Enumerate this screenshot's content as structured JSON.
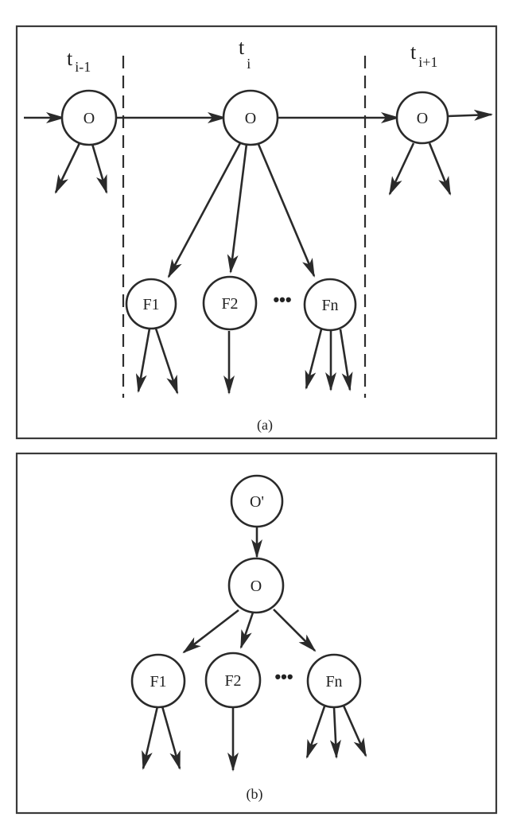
{
  "panel_a": {
    "caption": "(a)",
    "time_labels": [
      {
        "base": "t",
        "sub": "i-1"
      },
      {
        "base": "t",
        "sub": "i"
      },
      {
        "base": "t",
        "sub": "i+1"
      }
    ],
    "nodes": {
      "o_prev": "O",
      "o_curr": "O",
      "o_next": "O",
      "f1": "F1",
      "f2": "F2",
      "fn": "Fn"
    },
    "ellipsis": "•••"
  },
  "panel_b": {
    "caption": "(b)",
    "nodes": {
      "o_prime": "O'",
      "o": "O",
      "f1": "F1",
      "f2": "F2",
      "fn": "Fn"
    },
    "ellipsis": "•••"
  }
}
